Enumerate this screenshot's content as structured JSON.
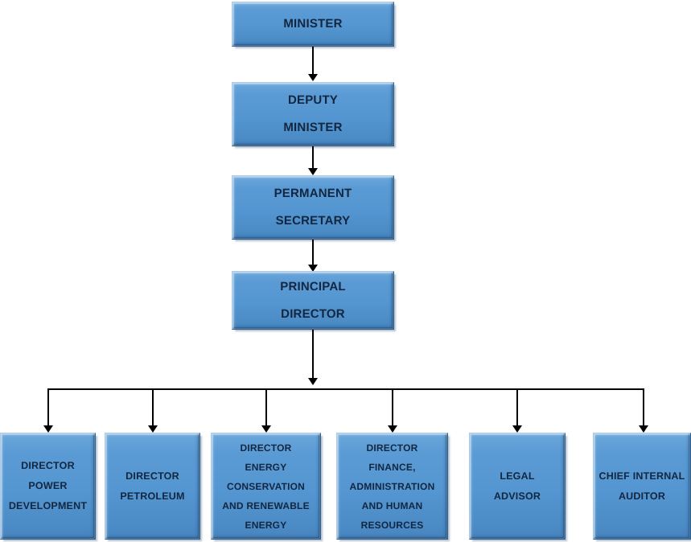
{
  "chart_data": {
    "type": "diagram",
    "title": "Ministry Organizational Chart",
    "orientation": "top-down",
    "levels": 5,
    "nodes": [
      {
        "id": "minister",
        "lines": [
          "MINISTER"
        ],
        "level": 1
      },
      {
        "id": "deputy",
        "lines": [
          "DEPUTY",
          "MINISTER"
        ],
        "level": 2
      },
      {
        "id": "permsec",
        "lines": [
          "PERMANENT",
          "SECRETARY"
        ],
        "level": 3
      },
      {
        "id": "principal",
        "lines": [
          "PRINCIPAL",
          "DIRECTOR"
        ],
        "level": 4
      },
      {
        "id": "power",
        "lines": [
          "DIRECTOR",
          "POWER",
          "DEVELOPMENT"
        ],
        "level": 5
      },
      {
        "id": "petroleum",
        "lines": [
          "DIRECTOR",
          "PETROLEUM"
        ],
        "level": 5
      },
      {
        "id": "energy",
        "lines": [
          "DIRECTOR",
          "ENERGY",
          "CONSERVATION",
          "AND RENEWABLE",
          "ENERGY"
        ],
        "level": 5
      },
      {
        "id": "finance",
        "lines": [
          "DIRECTOR",
          "FINANCE,",
          "ADMINISTRATION",
          "AND HUMAN",
          "RESOURCES"
        ],
        "level": 5
      },
      {
        "id": "legal",
        "lines": [
          "LEGAL",
          "ADVISOR"
        ],
        "level": 5
      },
      {
        "id": "auditor",
        "lines": [
          "CHIEF INTERNAL",
          "AUDITOR"
        ],
        "level": 5
      }
    ],
    "edges": [
      {
        "from": "minister",
        "to": "deputy",
        "style": "arrow"
      },
      {
        "from": "deputy",
        "to": "permsec",
        "style": "arrow"
      },
      {
        "from": "permsec",
        "to": "principal",
        "style": "arrow"
      },
      {
        "from": "principal",
        "to": "power",
        "style": "arrow"
      },
      {
        "from": "principal",
        "to": "petroleum",
        "style": "arrow"
      },
      {
        "from": "principal",
        "to": "energy",
        "style": "arrow"
      },
      {
        "from": "principal",
        "to": "finance",
        "style": "arrow"
      },
      {
        "from": "principal",
        "to": "legal",
        "style": "arrow"
      },
      {
        "from": "principal",
        "to": "auditor",
        "style": "arrow"
      }
    ],
    "colors": {
      "node_fill_top": "#6aa7da",
      "node_fill_bottom": "#4784bd",
      "node_text": "#12263f",
      "connector": "#000000",
      "background": "#ffffff"
    }
  },
  "nodes": {
    "minister": {
      "l1": "MINISTER"
    },
    "deputy": {
      "l1": "DEPUTY",
      "l2": "MINISTER"
    },
    "permsec": {
      "l1": "PERMANENT",
      "l2": "SECRETARY"
    },
    "principal": {
      "l1": "PRINCIPAL",
      "l2": "DIRECTOR"
    },
    "power": {
      "l1": "DIRECTOR",
      "l2": "POWER",
      "l3": "DEVELOPMENT"
    },
    "petroleum": {
      "l1": "DIRECTOR",
      "l2": "PETROLEUM"
    },
    "energy": {
      "l1": "DIRECTOR",
      "l2": "ENERGY",
      "l3": "CONSERVATION",
      "l4": "AND RENEWABLE",
      "l5": "ENERGY"
    },
    "finance": {
      "l1": "DIRECTOR",
      "l2": "FINANCE,",
      "l3": "ADMINISTRATION",
      "l4": "AND HUMAN",
      "l5": "RESOURCES"
    },
    "legal": {
      "l1": "LEGAL",
      "l2": "ADVISOR"
    },
    "auditor": {
      "l1": "CHIEF INTERNAL",
      "l2": "AUDITOR"
    }
  }
}
